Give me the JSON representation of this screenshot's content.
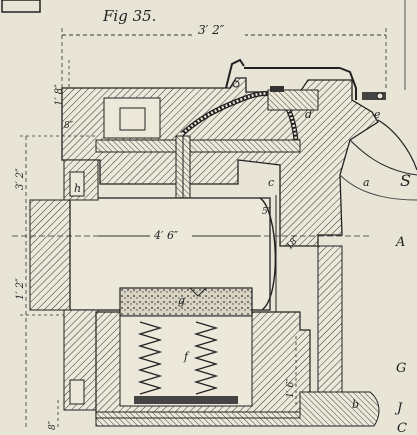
{
  "figure": {
    "title": "Fig 35.",
    "dimensions": {
      "overall_width": "3′ 2″",
      "height_top": "1′ 8″",
      "height_upper_left": "3′ 2″",
      "height_lower_left": "1′ 2″",
      "bottom_left": "8″",
      "top_inset": "8″",
      "bore_length": "4′ 6″",
      "bore_label": "5″",
      "side_right": "18″",
      "lower_right": "1′ 6″"
    },
    "part_labels": {
      "a": "a",
      "b": "b",
      "c": "c",
      "d": "d",
      "e": "e",
      "f": "f",
      "g": "g",
      "h": "h"
    },
    "margin_letters": [
      "A",
      "G",
      "J",
      "C",
      "S"
    ]
  }
}
